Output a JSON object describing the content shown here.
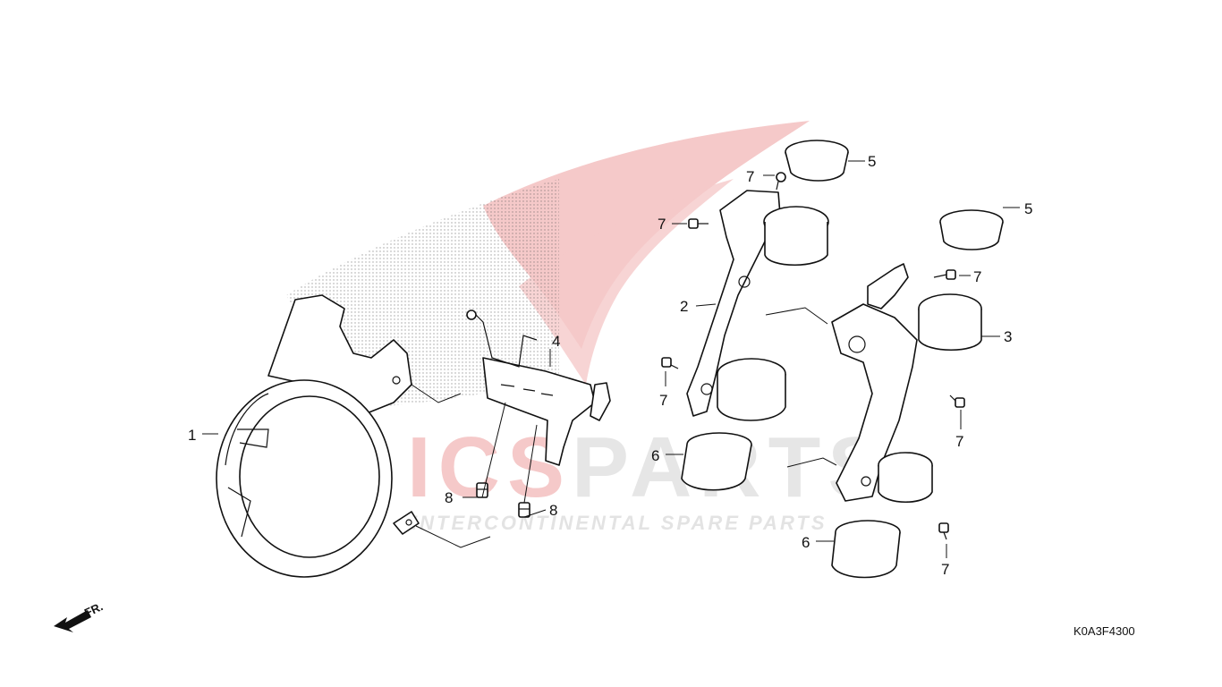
{
  "watermark": {
    "brand": "ICSPARTS",
    "brand_highlight": "ICS",
    "tagline": "INTERCONTINENTAL SPARE PARTS"
  },
  "direction_indicator": {
    "label": "FR."
  },
  "diagram_code": "K0A3F4300",
  "callouts": {
    "c1": "1",
    "c2": "2",
    "c3": "3",
    "c4": "4",
    "c5a": "5",
    "c5b": "5",
    "c6a": "6",
    "c6b": "6",
    "c7a": "7",
    "c7b": "7",
    "c7c": "7",
    "c7d": "7",
    "c7e": "7",
    "c7f": "7",
    "c8a": "8",
    "c8b": "8"
  },
  "colors": {
    "line": "#111111",
    "watermark_red": "#f5c9c9",
    "watermark_grey": "#e6e6e6",
    "background": "#ffffff"
  }
}
